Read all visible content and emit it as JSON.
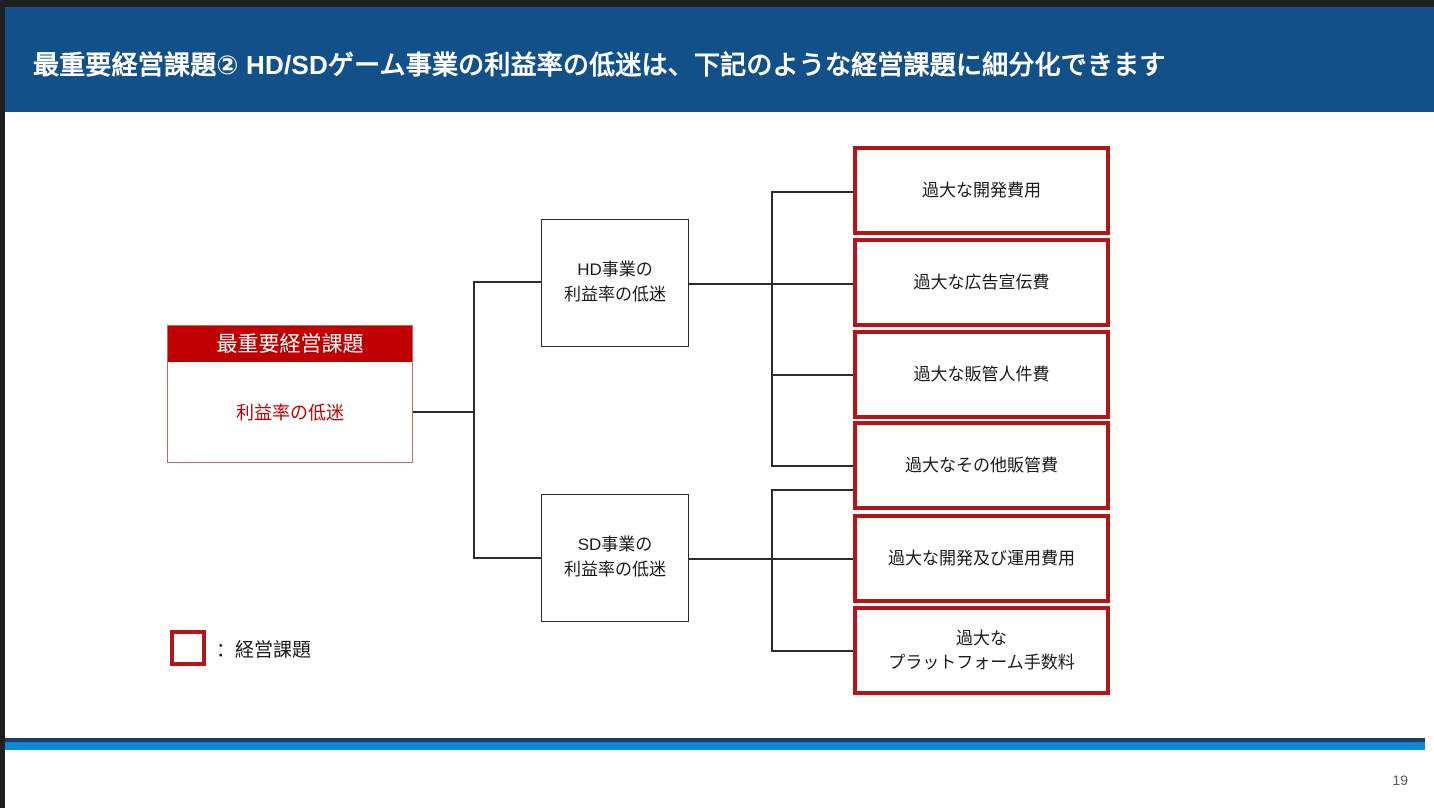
{
  "slide": {
    "title": "最重要経営課題② HD/SDゲーム事業の利益率の低迷は、下記のような経営課題に細分化できます",
    "page_number": "19",
    "colors": {
      "title_bar": "#115089",
      "title_text": "#ffffff",
      "footer_accent": "#0e87d4",
      "footer_dark": "#1b3e66",
      "issue_border": "#b31616",
      "root_header_bg": "#c00000",
      "root_text": "#c00000",
      "node_border": "#2b2b2b",
      "page_number_text": "#58595b"
    }
  },
  "root_node": {
    "header": "最重要経営課題",
    "body": "利益率の低迷"
  },
  "branch_nodes": [
    {
      "line1": "HD事業の",
      "line2": "利益率の低迷"
    },
    {
      "line1": "SD事業の",
      "line2": "利益率の低迷"
    }
  ],
  "issue_nodes": [
    {
      "line1": "過大な開発費用",
      "line2": ""
    },
    {
      "line1": "過大な広告宣伝費",
      "line2": ""
    },
    {
      "line1": "過大な販管人件費",
      "line2": ""
    },
    {
      "line1": "過大なその他販管費",
      "line2": ""
    },
    {
      "line1": "過大な開発及び運用費用",
      "line2": ""
    },
    {
      "line1": "過大な",
      "line2": "プラットフォーム手数料"
    }
  ],
  "legend": {
    "label": "：経営課題"
  }
}
